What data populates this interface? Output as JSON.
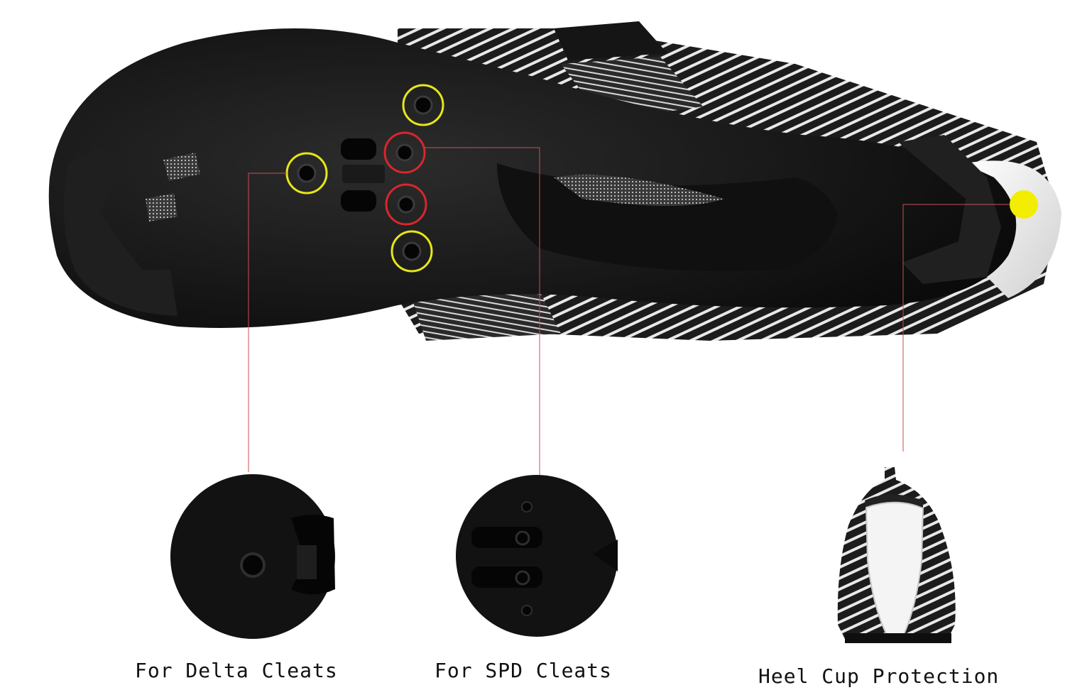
{
  "captions": {
    "delta": "For Delta Cleats",
    "spd": "For SPD Cleats",
    "heel": "Heel Cup Protection"
  },
  "colors": {
    "sole": "#141414",
    "sole_edge": "#2a2a2a",
    "knit_dark": "#1c1c1c",
    "knit_light": "#e8e8e8",
    "delta_ring": "#e6e61a",
    "spd_ring": "#d8262e",
    "heel_dot": "#f3ee00",
    "leader_line": "#c8505a"
  },
  "icons": {
    "delta_holes": "yellow-ring-icon",
    "spd_holes": "red-ring-icon",
    "heel_marker": "yellow-dot-icon"
  }
}
